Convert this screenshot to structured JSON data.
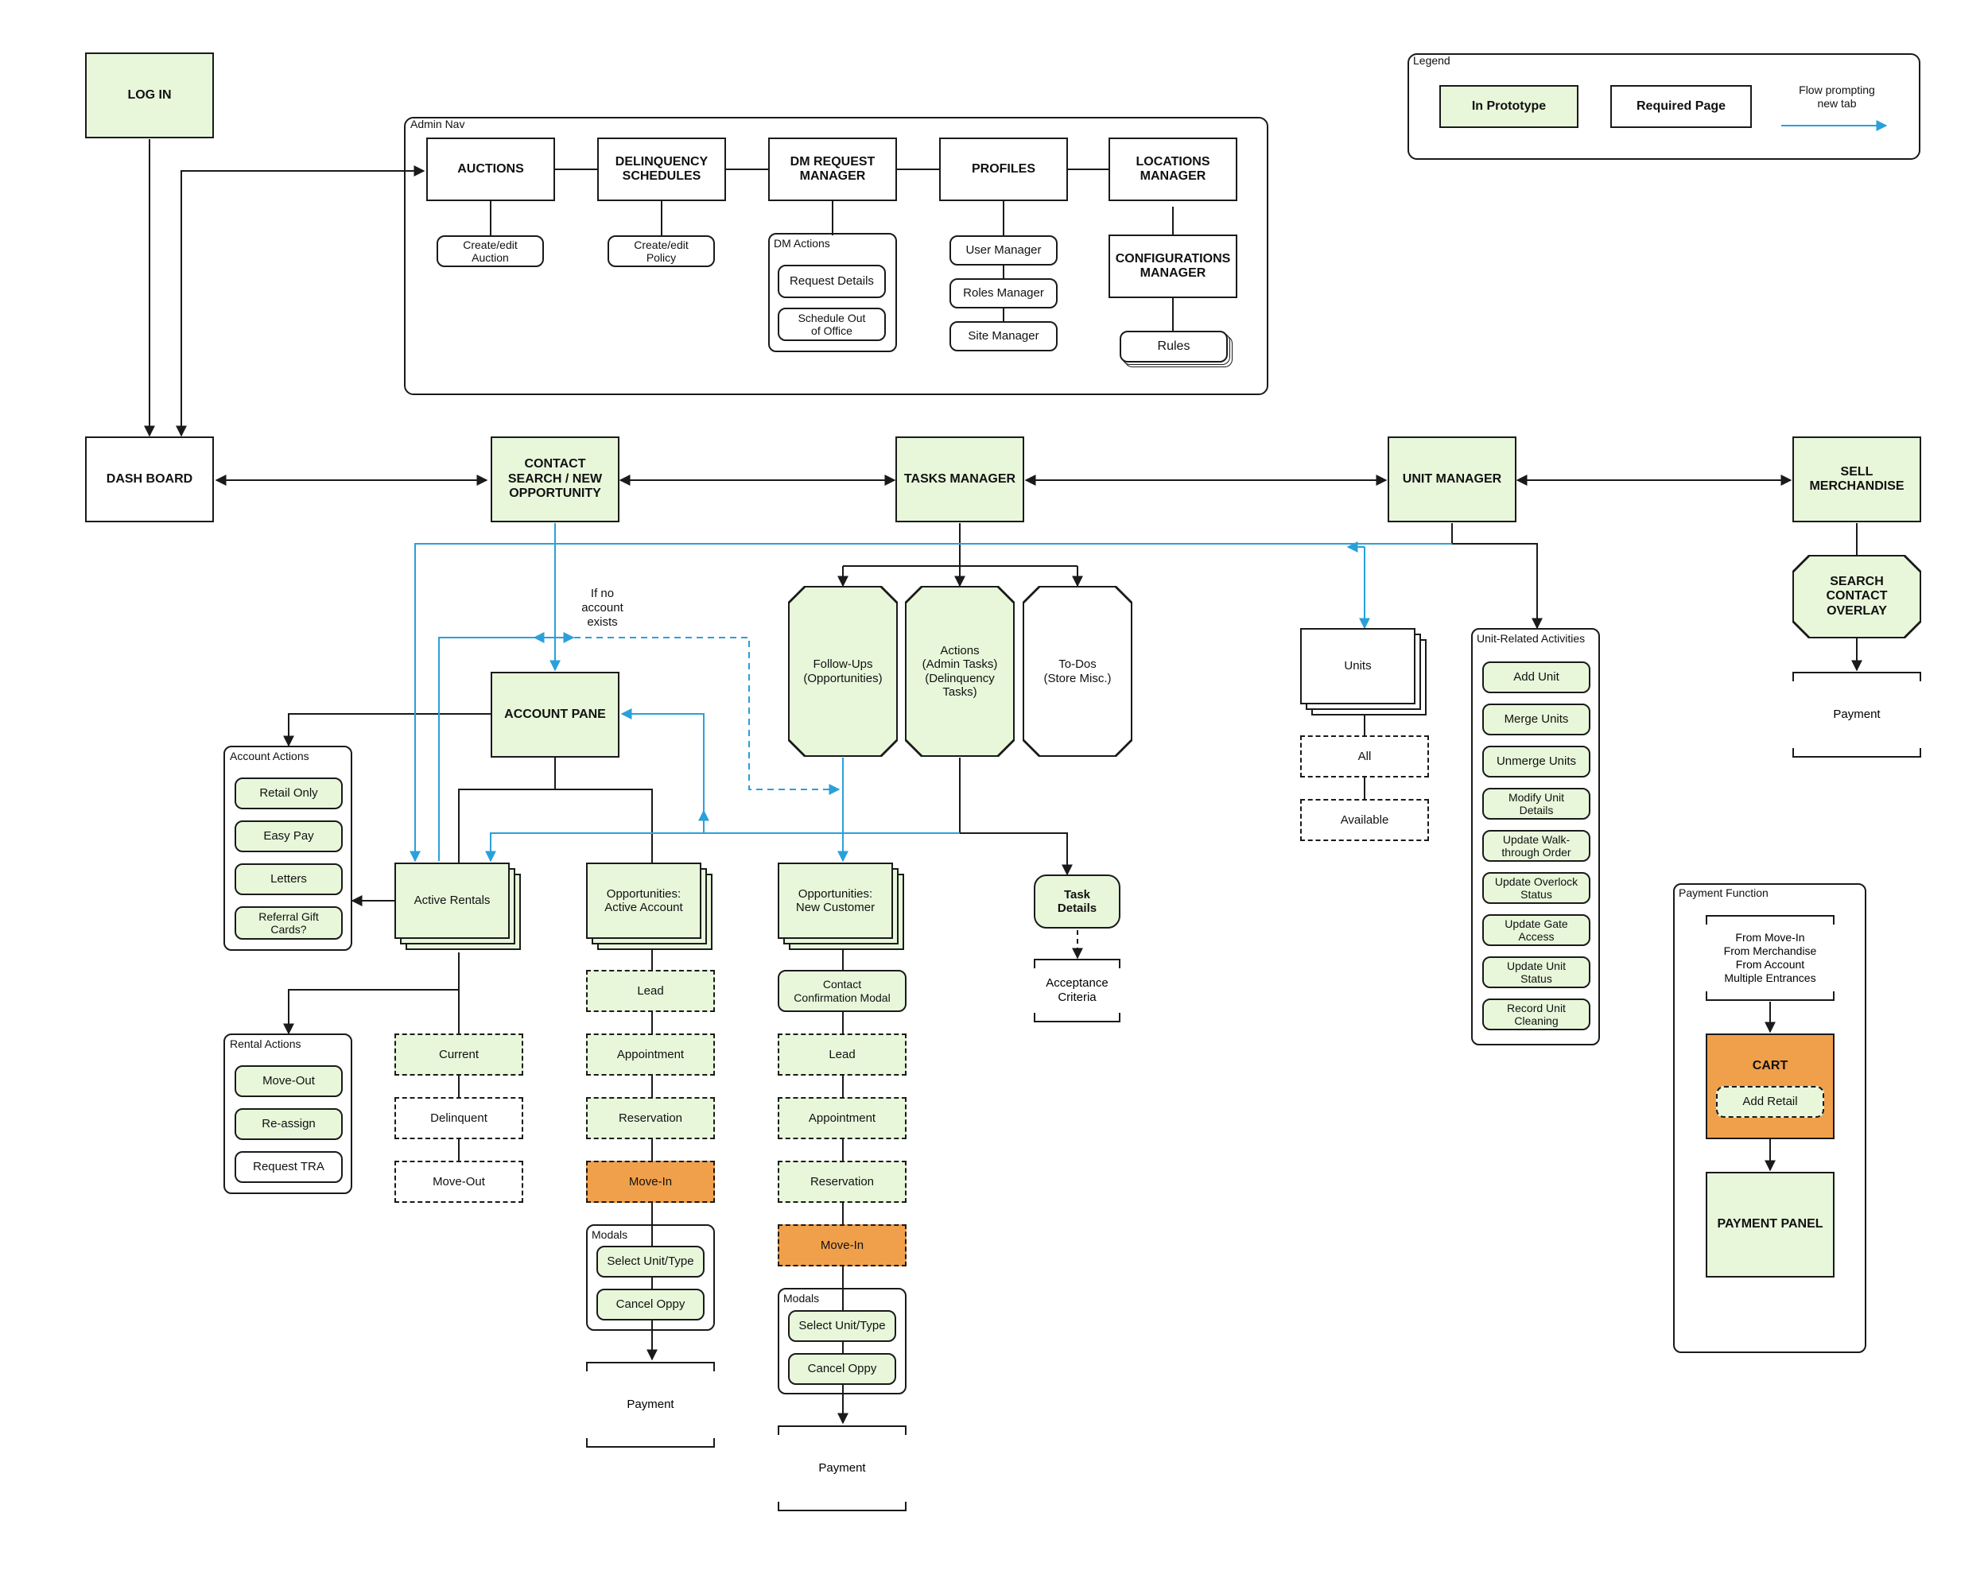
{
  "legend": {
    "title": "Legend",
    "in_prototype": "In Prototype",
    "required_page": "Required Page",
    "flow_new_tab": "Flow prompting\nnew tab"
  },
  "login": "LOG IN",
  "admin_nav": {
    "title": "Admin Nav",
    "auctions": "AUCTIONS",
    "create_edit_auction": "Create/edit\nAuction",
    "delinquency_schedules": "DELINQUENCY\nSCHEDULES",
    "create_edit_policy": "Create/edit\nPolicy",
    "dm_request_manager": "DM REQUEST\nMANAGER",
    "dm_actions": {
      "title": "DM Actions",
      "request_details": "Request Details",
      "schedule_out": "Schedule Out\nof Office"
    },
    "profiles": "PROFILES",
    "user_manager": "User Manager",
    "roles_manager": "Roles Manager",
    "site_manager": "Site Manager",
    "locations_manager": "LOCATIONS\nMANAGER",
    "configurations_manager": "CONFIGURATIONS\nMANAGER",
    "rules": "Rules"
  },
  "main": {
    "dashboard": "DASH BOARD",
    "contact_search": "CONTACT\nSEARCH / NEW\nOPPORTUNITY",
    "tasks_manager": "TASKS MANAGER",
    "unit_manager": "UNIT MANAGER",
    "sell_merchandise": "SELL\nMERCHANDISE"
  },
  "if_no_account": "If no\naccount\nexists",
  "account_pane": "ACCOUNT PANE",
  "account_actions": {
    "title": "Account Actions",
    "items": [
      "Retail Only",
      "Easy Pay",
      "Letters",
      "Referral Gift\nCards?"
    ]
  },
  "active_rentals": "Active Rentals",
  "rental_actions": {
    "title": "Rental Actions",
    "items": [
      "Move-Out",
      "Re-assign",
      "Request TRA"
    ]
  },
  "rental_status": [
    "Current",
    "Delinquent",
    "Move-Out"
  ],
  "opp_active": {
    "title": "Opportunities:\nActive Account",
    "steps": [
      "Lead",
      "Appointment",
      "Reservation",
      "Move-In"
    ],
    "modals_title": "Modals",
    "modals": [
      "Select Unit/Type",
      "Cancel Oppy"
    ],
    "payment": "Payment"
  },
  "opp_new": {
    "title": "Opportunities:\nNew Customer",
    "contact_modal": "Contact\nConfirmation Modal",
    "steps": [
      "Lead",
      "Appointment",
      "Reservation",
      "Move-In"
    ],
    "modals_title": "Modals",
    "modals": [
      "Select Unit/Type",
      "Cancel Oppy"
    ],
    "payment": "Payment"
  },
  "tasks": {
    "followups": "Follow-Ups\n(Opportunities)",
    "actions": "Actions\n(Admin Tasks)\n(Delinquency\nTasks)",
    "todos": "To-Dos\n(Store Misc.)",
    "task_details": "Task\nDetails",
    "acceptance": "Acceptance\nCriteria"
  },
  "units": {
    "units": "Units",
    "all": "All",
    "available": "Available"
  },
  "unit_activities": {
    "title": "Unit-Related Activities",
    "items": [
      "Add Unit",
      "Merge Units",
      "Unmerge Units",
      "Modify Unit\nDetails",
      "Update Walk-\nthrough Order",
      "Update Overlock\nStatus",
      "Update Gate\nAccess",
      "Update Unit\nStatus",
      "Record Unit\nCleaning"
    ]
  },
  "search_contact_overlay": "SEARCH\nCONTACT\nOVERLAY",
  "sell_payment": "Payment",
  "payment_function": {
    "title": "Payment Function",
    "sources": "From Move-In\nFrom Merchandise\nFrom Account\nMultiple Entrances",
    "cart": "CART",
    "add_retail": "Add Retail",
    "payment_panel": "PAYMENT PANEL"
  },
  "colors": {
    "green": "#e8f7da",
    "orange": "#f0a04b",
    "blue": "#2aa0da",
    "line": "#1a1a1a"
  }
}
